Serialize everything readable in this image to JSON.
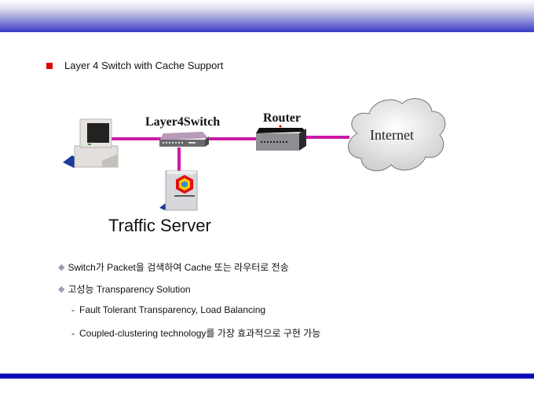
{
  "heading": "Layer 4 Switch with Cache Support",
  "diagram": {
    "switch_label": "Layer4Switch",
    "router_label": "Router",
    "internet_label": "Internet",
    "server_label": "Traffic Server",
    "link_color": "#cc1aa6"
  },
  "bullets": [
    {
      "marker": "◆",
      "text": "Switch가 Packet을 검색하여 Cache 또는 라우터로 전송"
    },
    {
      "marker": "◆",
      "text": "고성능 Transparency Solution"
    },
    {
      "marker": "-",
      "text": "Fault Tolerant Transparency, Load Balancing"
    },
    {
      "marker": "-",
      "text": "Coupled-clustering technology를 가장 효과적으로 구현 가능"
    }
  ]
}
